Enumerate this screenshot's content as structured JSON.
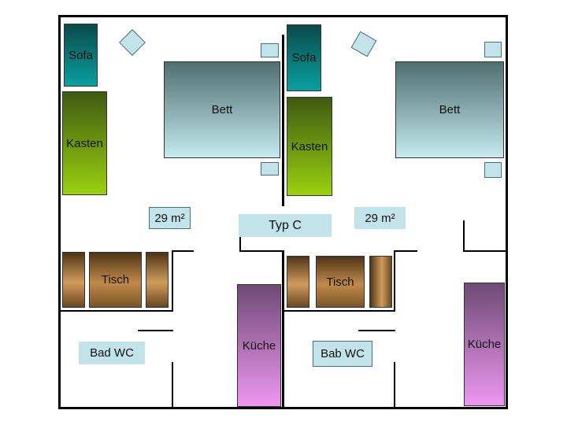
{
  "plan": {
    "type_label": "Typ C",
    "left_unit": {
      "sofa": "Sofa",
      "kasten": "Kasten",
      "bett": "Bett",
      "area": "29 m²",
      "tisch": "Tisch",
      "bath": "Bad WC",
      "kitchen": "Küche"
    },
    "right_unit": {
      "sofa": "Sofa",
      "kasten": "Kasten",
      "bett": "Bett",
      "area": "29 m²",
      "tisch": "Tisch",
      "bath": "Bab WC",
      "kitchen": "Küche"
    }
  },
  "colors": {
    "wall": "#000000",
    "sofa": "#0a8080",
    "kasten": "#7fb310",
    "bett": "#b8dfe6",
    "tisch": "#a87438",
    "kueche": "#d98fe0",
    "label_bg": "#c3e3ea"
  }
}
